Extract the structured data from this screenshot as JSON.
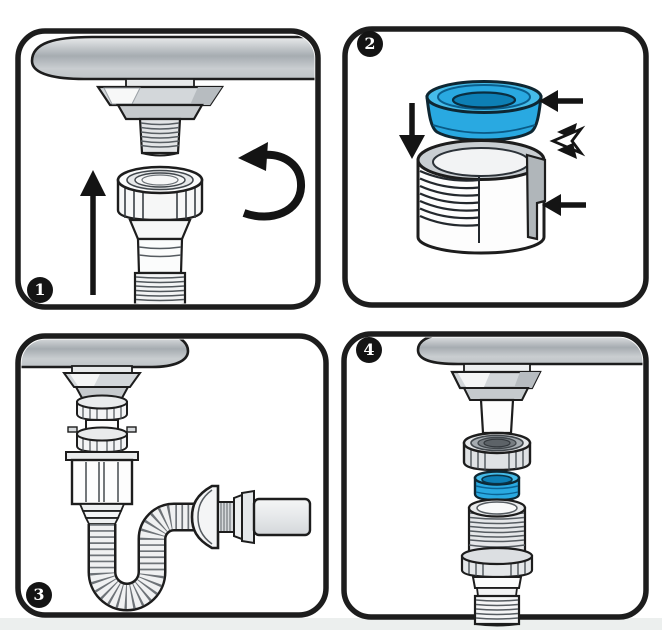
{
  "page": {
    "background_color": "#ffffff",
    "footer_strip_color": "#ecefee"
  },
  "palette": {
    "outline": "#1d1d1d",
    "panel_background": "#ffffff",
    "gasket_blue": "#29a9e1",
    "gasket_blue_light": "#45bce9",
    "gasket_blue_dark": "#0d7fb5",
    "metal_light": "#eef0f1",
    "metal_mid": "#a6acb1",
    "metal_shadow": "#c9cdd0"
  },
  "steps": [
    {
      "number": "1",
      "depicts": "coupling nut of flexible hose raised up to threaded sink drain tailpiece",
      "icons": [
        "up-arrow",
        "rotate-counterclockwise-arrow"
      ]
    },
    {
      "number": "2",
      "depicts": "blue tapered washer inserted down into coupling nut shown in cutaway",
      "icons": [
        "down-arrow",
        "left-arrow",
        "insert-arrows",
        "left-arrow"
      ]
    },
    {
      "number": "3",
      "depicts": "assembled flexible trap hose routed in a U-bend from sink drain to wall outlet",
      "icons": []
    },
    {
      "number": "4",
      "depicts": "exploded stack: tailpiece, slip nut, blue washer, threaded hose adapter",
      "icons": []
    }
  ]
}
